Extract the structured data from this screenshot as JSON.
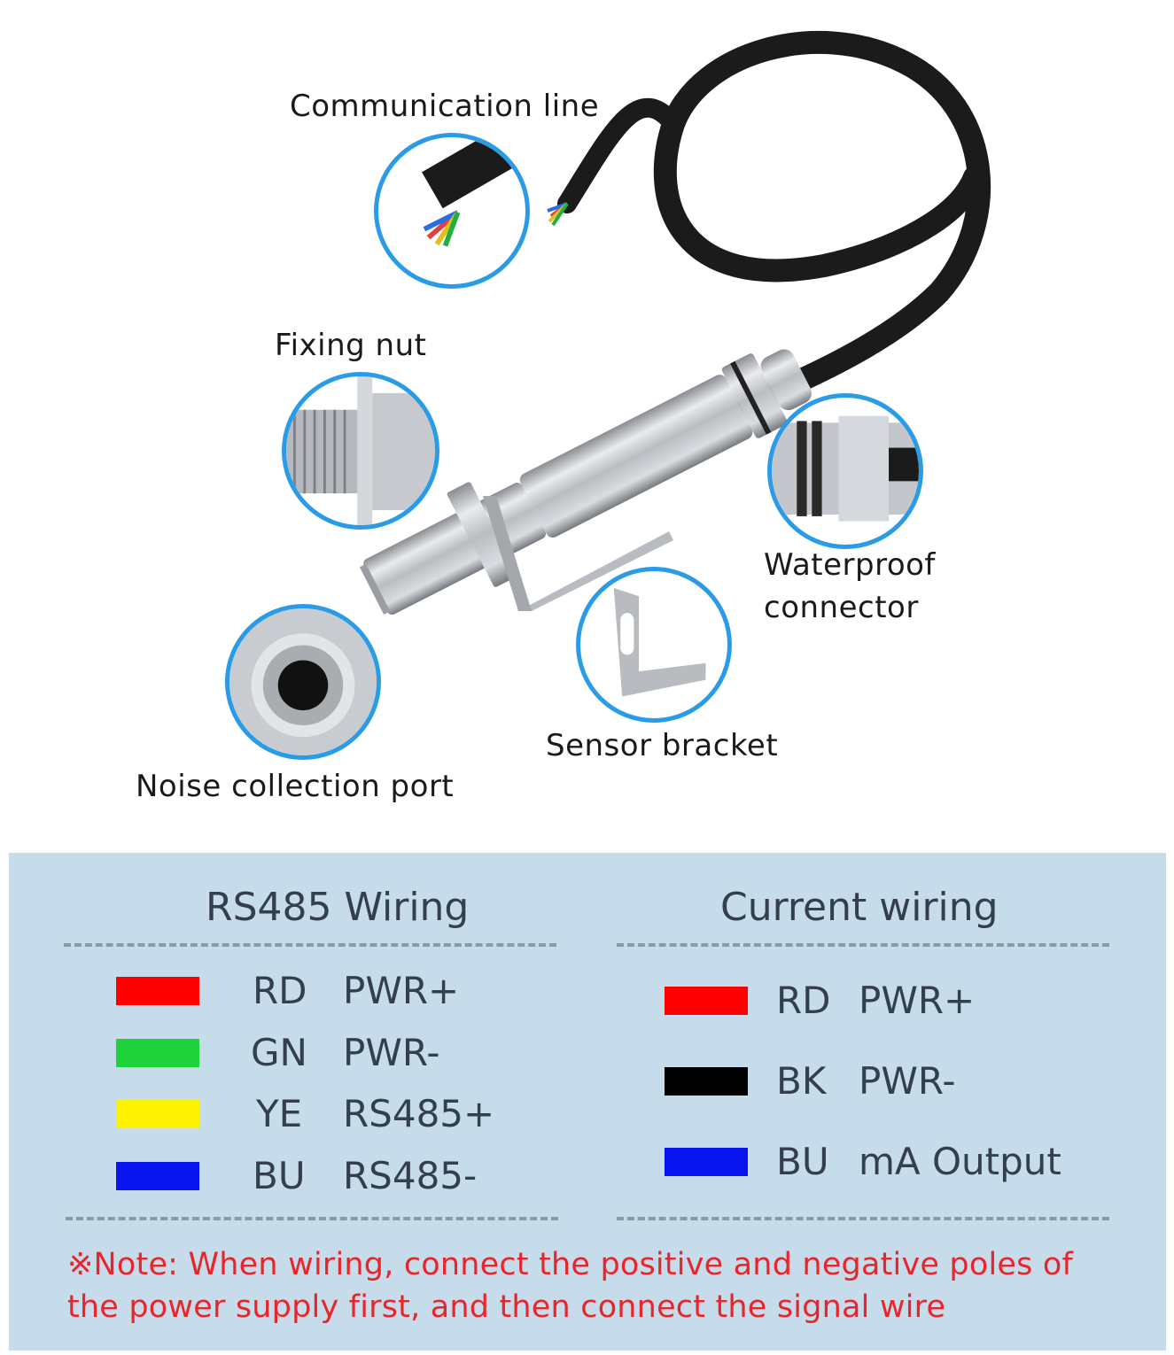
{
  "callouts": {
    "communication_line": "Communication line",
    "fixing_nut": "Fixing nut",
    "waterproof_connector_line1": "Waterproof",
    "waterproof_connector_line2": "connector",
    "sensor_bracket": "Sensor bracket",
    "noise_collection_port": "Noise collection port"
  },
  "wiring": {
    "rs485": {
      "title": "RS485 Wiring",
      "rows": [
        {
          "code": "RD",
          "function": "PWR+",
          "color": "#ff0000"
        },
        {
          "code": "GN",
          "function": "PWR-",
          "color": "#1ed43a"
        },
        {
          "code": "YE",
          "function": "RS485+",
          "color": "#fff200"
        },
        {
          "code": "BU",
          "function": "RS485-",
          "color": "#0a14f0"
        }
      ]
    },
    "current": {
      "title": "Current wiring",
      "rows": [
        {
          "code": "RD",
          "function": "PWR+",
          "color": "#ff0000"
        },
        {
          "code": "BK",
          "function": "PWR-",
          "color": "#000000"
        },
        {
          "code": "BU",
          "function": "mA Output",
          "color": "#0a14f0"
        }
      ]
    },
    "note": "※Note: When wiring, connect the positive and negative poles of the power supply first, and then connect the signal wire"
  },
  "colors": {
    "accent_circle": "#2a9be6",
    "panel_background": "#c7dceb",
    "note_text": "#e8252a"
  }
}
